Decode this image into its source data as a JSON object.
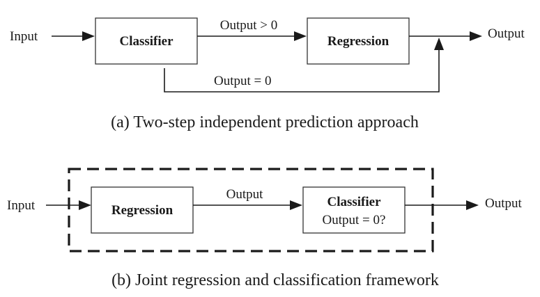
{
  "diagram_a": {
    "input_label": "Input",
    "classifier_label": "Classifier",
    "top_edge_label": "Output > 0",
    "regression_label": "Regression",
    "output_label": "Output",
    "bottom_edge_label": "Output = 0",
    "caption": "(a) Two-step independent prediction approach"
  },
  "diagram_b": {
    "input_label": "Input",
    "regression_label": "Regression",
    "edge_label": "Output",
    "classifier_label": "Classifier",
    "classifier_sublabel": "Output = 0?",
    "output_label": "Output",
    "caption": "(b) Joint regression and classification framework"
  }
}
